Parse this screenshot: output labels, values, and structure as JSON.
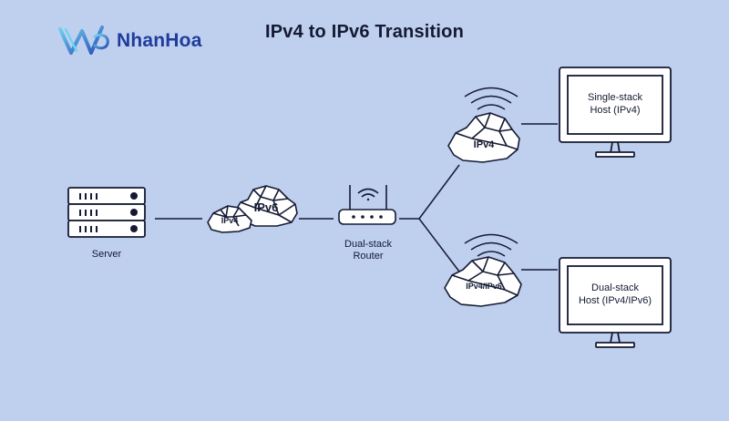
{
  "brand": {
    "name": "NhanHoa"
  },
  "title": "IPv4 to IPv6 Transition",
  "server": {
    "label": "Server"
  },
  "clouds": {
    "left_front": "IPv4",
    "left_back": "IPv6",
    "top": "IPv4",
    "bottom": "IPv4/IPv6"
  },
  "router": {
    "label_line1": "Dual-stack",
    "label_line2": "Router"
  },
  "hosts": {
    "top": {
      "line1": "Single-stack",
      "line2": "Host (IPv4)"
    },
    "bottom": {
      "line1": "Dual-stack",
      "line2": "Host (IPv4/IPv6)"
    }
  },
  "colors": {
    "background": "#bfcfee",
    "line": "#141a33",
    "fill": "#ffffff",
    "brand": "#1f3c9c"
  }
}
